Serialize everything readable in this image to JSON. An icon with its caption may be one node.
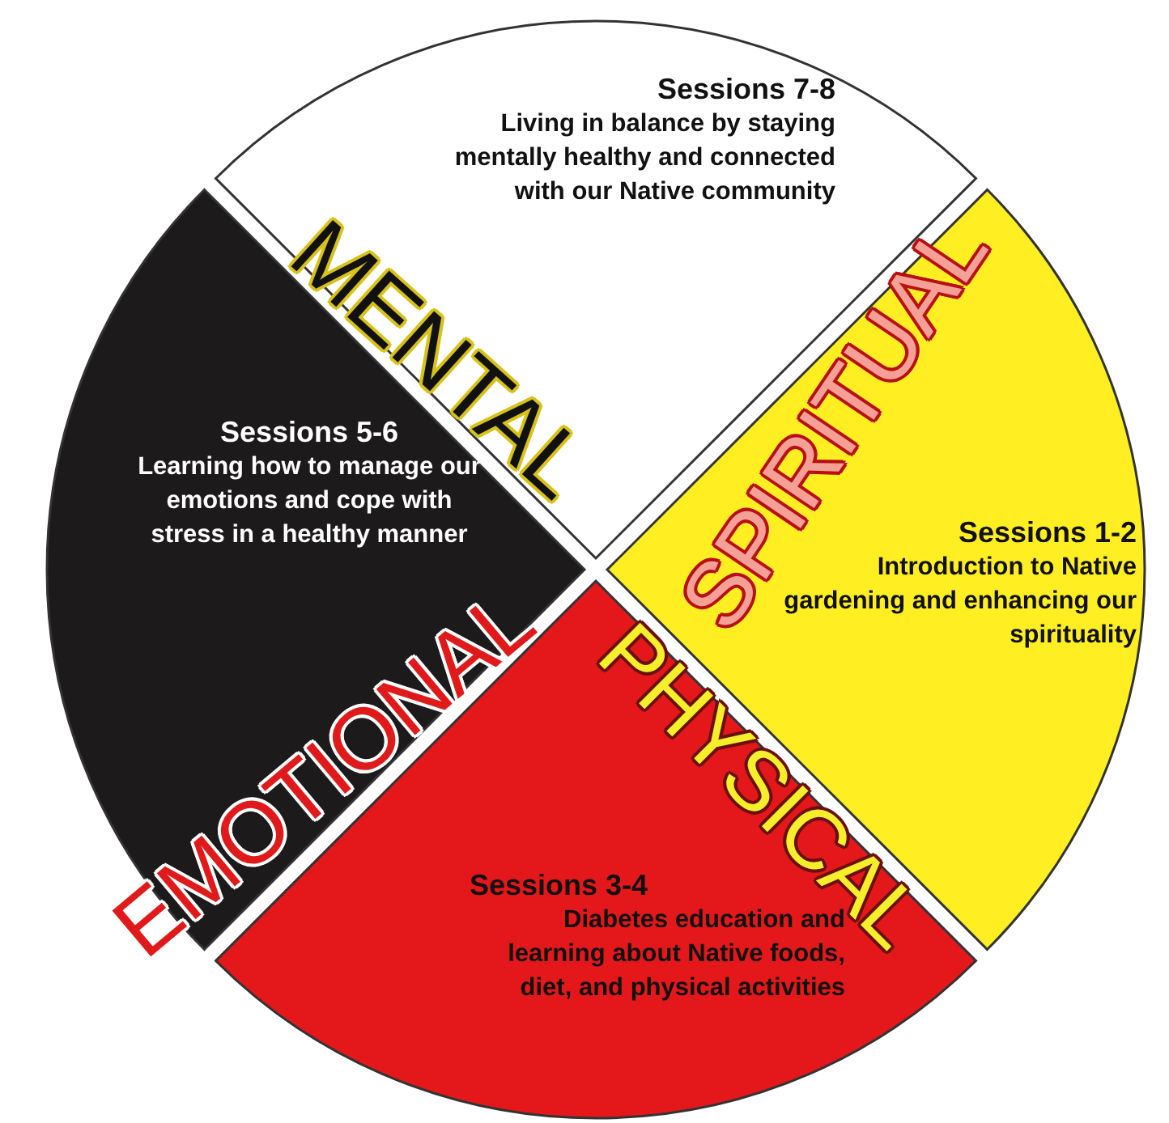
{
  "diagram": {
    "nodes": [
      {
        "text": [
          "MENTAL",
          "Sessions 7-8",
          "Living in balance by staying mentally healthy and connected with our Native community"
        ]
      },
      {
        "text": [
          "EMOTIONAL",
          "Sessions 5-6",
          "Learning how to manage our emotions and cope with stress in a healthy manner"
        ]
      },
      {
        "text": [
          "SPIRITUAL",
          "Sessions 1-2",
          "Introduction to Native gardening and enhancing our spirituality"
        ]
      },
      {
        "text": [
          "PHYSICAL",
          "Sessions 3-4",
          "Diabetes education and learning about Native foods, diet, and physical activities"
        ]
      }
    ]
  }
}
